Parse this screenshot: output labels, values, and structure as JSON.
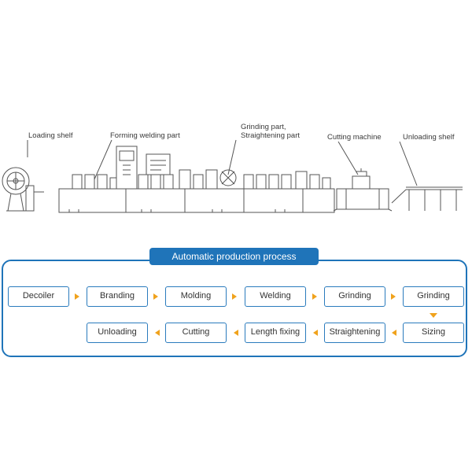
{
  "callouts": {
    "loading_shelf": "Loading shelf",
    "forming_welding": "Forming welding part",
    "grinding_line1": "Grinding part,",
    "grinding_line2": "Straightening part",
    "cutting_machine": "Cutting machine",
    "unloading_shelf": "Unloading shelf"
  },
  "process": {
    "title": "Automatic production process",
    "row1": [
      "Decoiler",
      "Branding",
      "Molding",
      "Welding",
      "Grinding",
      "Grinding"
    ],
    "row2": [
      "Unloading",
      "Cutting",
      "Length fixing",
      "Straightening",
      "Sizing"
    ]
  },
  "colors": {
    "accent_blue": "#1f74b9",
    "arrow_orange": "#f0a21c",
    "line_art": "#555555"
  }
}
